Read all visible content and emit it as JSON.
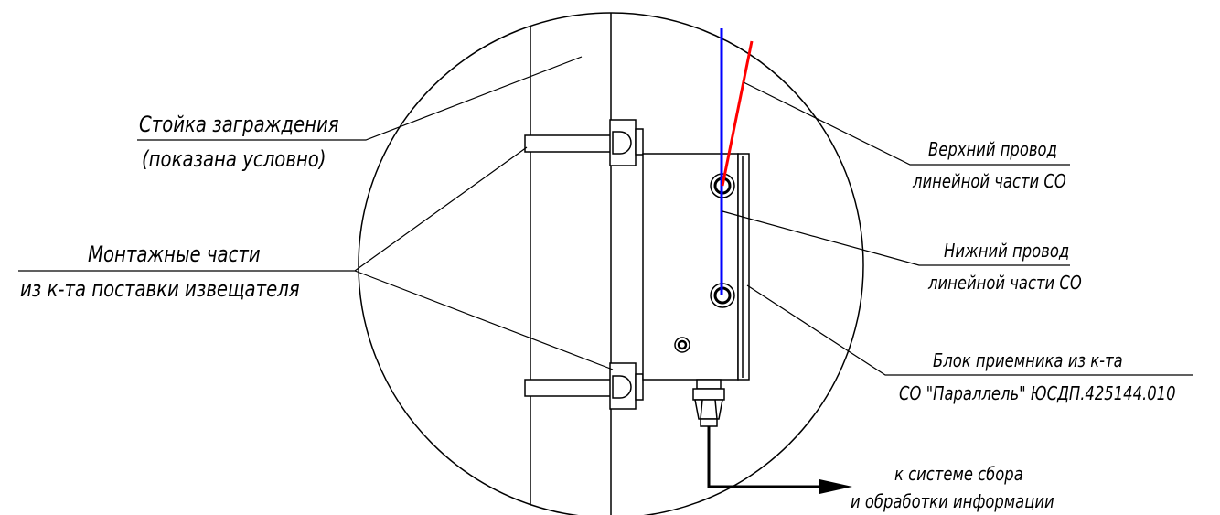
{
  "labels": {
    "post_line1": "Стойка заграждения",
    "post_line2": "(показана условно)",
    "mount_line1": "Монтажные части",
    "mount_line2": "из к-та поставки извещателя",
    "upper_wire_line1": "Верхний провод",
    "upper_wire_line2": "линейной части СО",
    "lower_wire_line1": "Нижний провод",
    "lower_wire_line2": "линейной части СО",
    "receiver_line1": "Блок приемника из к-та",
    "receiver_line2": "СО \"Параллель\" ЮСДП.425144.010",
    "output_line1": "к системе сбора",
    "output_line2": "и обработки информации"
  },
  "colors": {
    "upper_wire": "#ff0000",
    "lower_wire": "#0000ff",
    "line": "#000000"
  }
}
